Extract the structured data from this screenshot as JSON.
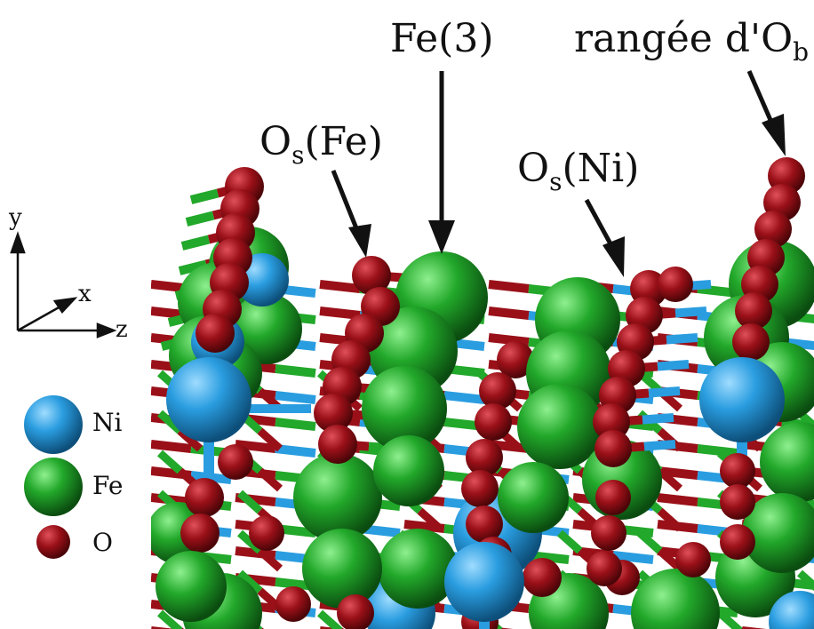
{
  "labels": {
    "os_fe": {
      "main": "O",
      "sub": "s",
      "tail": "(Fe)"
    },
    "fe3": "Fe(3)",
    "rangee": {
      "main": "rangée d'O",
      "sub": "b"
    },
    "os_ni": {
      "main": "O",
      "sub": "s",
      "tail": "(Ni)"
    }
  },
  "axes": {
    "y": "y",
    "x": "x",
    "z": "z"
  },
  "legend": [
    {
      "symbol": "Ni",
      "color": "#2a9de0"
    },
    {
      "symbol": "Fe",
      "color": "#22a82a"
    },
    {
      "symbol": "O",
      "color": "#9a1018"
    }
  ],
  "colors": {
    "ni": "#2a9de0",
    "fe": "#22a82a",
    "o": "#9a1018",
    "arrow": "#111111"
  }
}
